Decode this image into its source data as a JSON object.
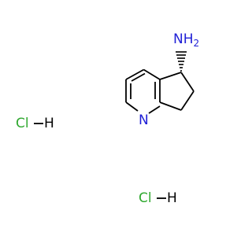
{
  "molecule": {
    "atoms": {
      "amine": {
        "text": "NH",
        "subscript": "2",
        "color": "#1f1fd6"
      },
      "ring_n": {
        "text": "N",
        "color": "#1f1fd6"
      },
      "hcl_1": {
        "text": "Cl—H",
        "cl_color": "#2fa82f",
        "h_color": "#000000"
      },
      "hcl_2": {
        "text": "Cl—H",
        "cl_color": "#2fa82f",
        "h_color": "#000000"
      }
    },
    "bond_color": "#000000"
  }
}
